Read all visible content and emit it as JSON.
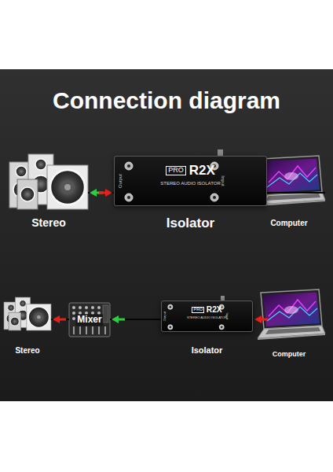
{
  "diagram": {
    "title": "Connection diagram",
    "nodes": [
      {
        "text": [
          "Stereo"
        ]
      },
      {
        "text": [
          "PRO",
          "R2X",
          "STEREO AUDIO ISOLATOR",
          "Output",
          "Input",
          "Isolator"
        ]
      },
      {
        "text": [
          "Computer"
        ]
      },
      {
        "text": [
          "Stereo"
        ]
      },
      {
        "text": [
          "Mixer"
        ]
      },
      {
        "text": [
          "PRO",
          "R2X",
          "STEREO AUDIO ISOLATOR",
          "Output",
          "Input",
          "Isolator"
        ]
      },
      {
        "text": [
          "Computer"
        ]
      }
    ],
    "edges": [
      {
        "from": 1,
        "to": 0,
        "arrow": "to"
      },
      {
        "from": 2,
        "to": 1,
        "arrow": "to"
      },
      {
        "from": 4,
        "to": 3,
        "arrow": "to"
      },
      {
        "from": 5,
        "to": 4,
        "arrow": "to"
      },
      {
        "from": 6,
        "to": 5,
        "arrow": "to"
      }
    ]
  }
}
